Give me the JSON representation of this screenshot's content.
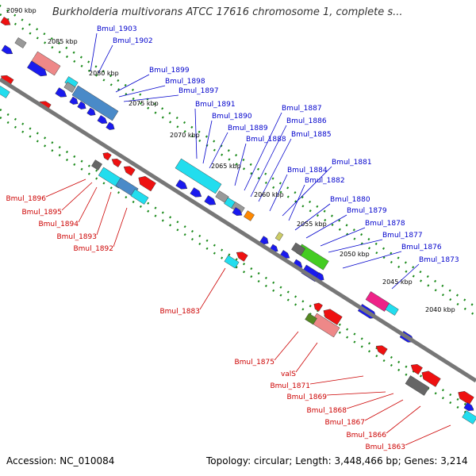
{
  "title": "Burkholderia multivorans ATCC 17616 chromosome 1, complete s...",
  "footer": {
    "accession": "Accession: NC_010084",
    "summary": "Topology: circular; Length: 3,448,466 bp; Genes: 3,214"
  },
  "colors": {
    "backbone": "#777777",
    "ticks": "#1a8a1a",
    "forward_labels": "#0000cc",
    "reverse_labels": "#cc0000",
    "blue": "#1a1aee",
    "red": "#ee1111",
    "cyan": "#22ddee",
    "steel": "#4a8ac8",
    "gray": "#999999",
    "dark_gray": "#666666",
    "pink": "#ee8888",
    "magenta": "#ee2288",
    "orange": "#ff8800",
    "green": "#44cc22",
    "olive": "#558822",
    "khaki": "#cccc66"
  },
  "ticks": [
    {
      "label": "2090 kbp"
    },
    {
      "label": "2085 kbp"
    },
    {
      "label": "2080 kbp"
    },
    {
      "label": "2075 kbp"
    },
    {
      "label": "2070 kbp"
    },
    {
      "label": "2065 kbp"
    },
    {
      "label": "2060 kbp"
    },
    {
      "label": "2055 kbp"
    },
    {
      "label": "2050 kbp"
    },
    {
      "label": "2045 kbp"
    },
    {
      "label": "2040 kbp"
    }
  ],
  "forward_labels": [
    "Bmul_1903",
    "Bmul_1902",
    "Bmul_1899",
    "Bmul_1898",
    "Bmul_1897",
    "Bmul_1891",
    "Bmul_1890",
    "Bmul_1889",
    "Bmul_1888",
    "Bmul_1887",
    "Bmul_1886",
    "Bmul_1885",
    "Bmul_1884",
    "Bmul_1881",
    "Bmul_1882",
    "Bmul_1880",
    "Bmul_1879",
    "Bmul_1878",
    "Bmul_1877",
    "Bmul_1876",
    "Bmul_1873"
  ],
  "reverse_labels": [
    "Bmul_1896",
    "Bmul_1895",
    "Bmul_1894",
    "Bmul_1893",
    "Bmul_1892",
    "Bmul_1883",
    "Bmul_1875",
    "valS",
    "Bmul_1871",
    "Bmul_1869",
    "Bmul_1868",
    "Bmul_1867",
    "Bmul_1866",
    "Bmul_1863"
  ]
}
